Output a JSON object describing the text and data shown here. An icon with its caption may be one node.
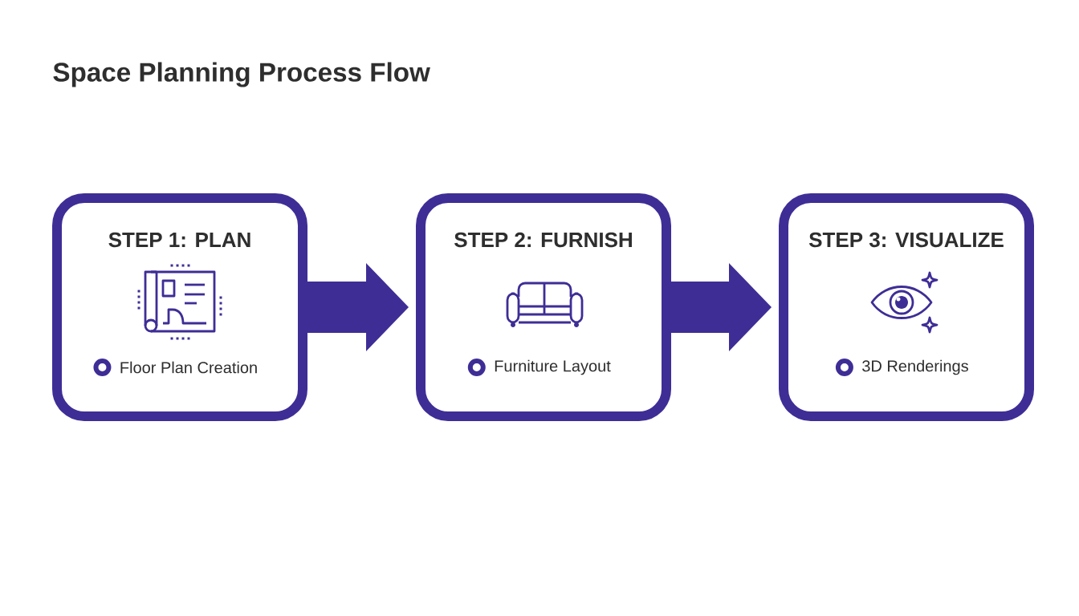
{
  "diagram": {
    "title": "Space Planning Process Flow",
    "nodes": [
      {
        "text": [
          "STEP 1: PLAN",
          "Floor Plan Creation"
        ]
      },
      {
        "text": [
          "STEP 2: FURNISH",
          "Furniture Layout"
        ]
      },
      {
        "text": [
          "STEP 3: VISUALIZE",
          "3D Renderings"
        ]
      }
    ],
    "edges": [
      {
        "from": 0,
        "to": 1,
        "arrow": "to"
      },
      {
        "from": 1,
        "to": 2,
        "arrow": "to"
      }
    ]
  }
}
